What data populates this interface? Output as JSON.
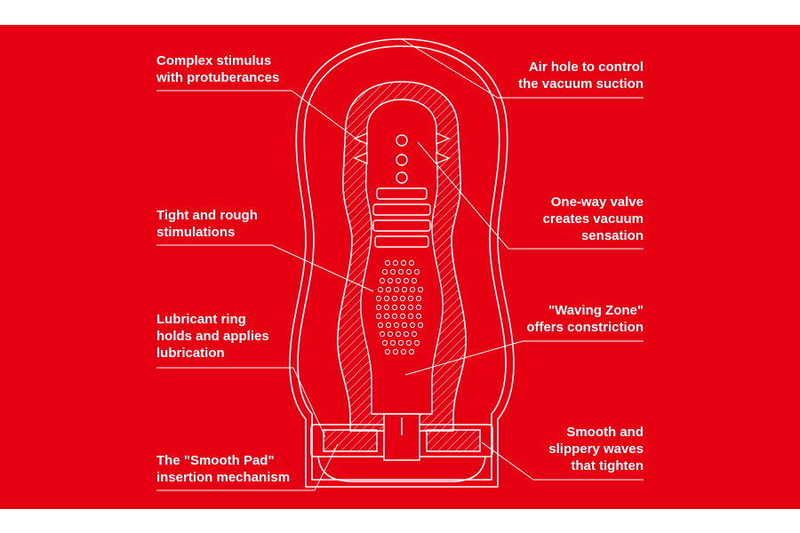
{
  "colors": {
    "background": "#e50012",
    "line": "#ffffff",
    "page": "#ffffff"
  },
  "labels": {
    "complex_stimulus": "Complex stimulus\nwith protuberances",
    "tight_rough": "Tight and rough\nstimulations",
    "lubricant_ring": "Lubricant ring\nholds and applies\nlubrication",
    "smooth_pad": "The \"Smooth Pad\"\ninsertion mechanism",
    "air_hole": "Air hole to control\nthe vacuum suction",
    "one_way_valve": "One-way valve\ncreates vacuum\nsensation",
    "waving_zone": "\"Waving Zone\"\noffers constriction",
    "smooth_waves": "Smooth and\nslippery waves\nthat tighten"
  }
}
